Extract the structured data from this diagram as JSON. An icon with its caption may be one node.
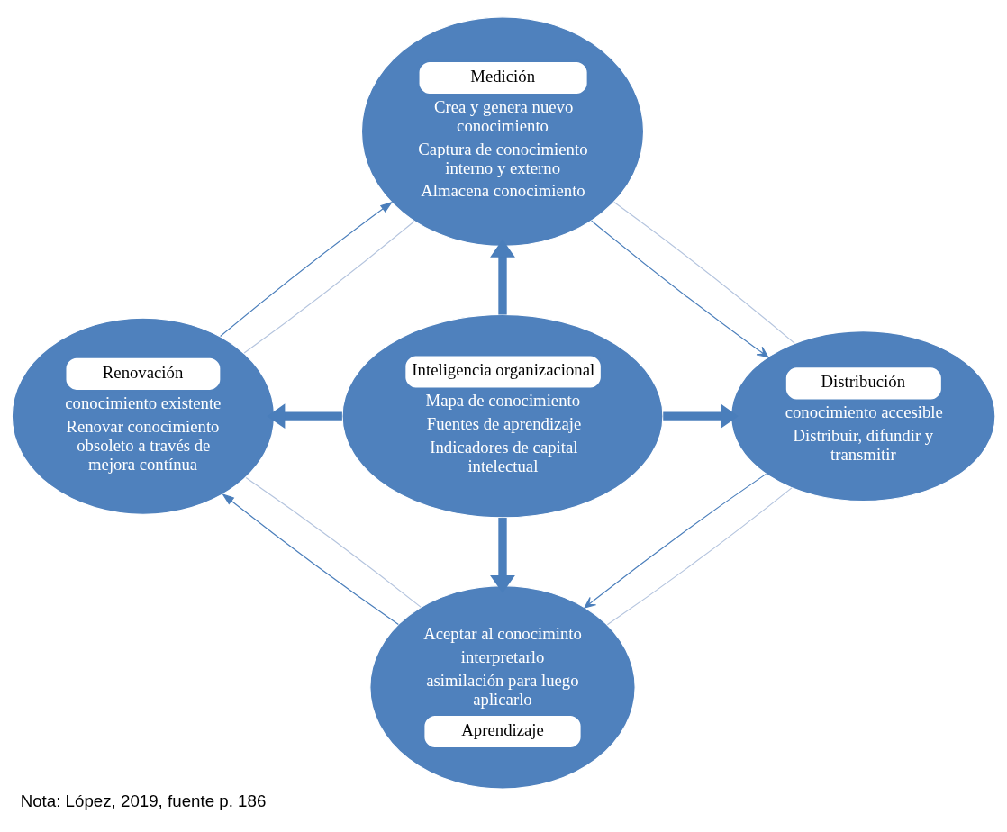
{
  "diagram": {
    "caption": "Nota: López, 2019, fuente p. 186",
    "nodes": [
      {
        "text": [
          "Medición",
          "Crea y genera nuevo conocimiento",
          "Captura de conocimiento interno y externo",
          "Almacena conocimiento"
        ]
      },
      {
        "text": [
          "Distribución",
          "conocimiento accesible",
          "Distribuir, difundir y transmitir"
        ]
      },
      {
        "text": [
          "Aceptar al conociminto",
          "interpretarlo",
          "asimilación para luego aplicarlo",
          "Aprendizaje"
        ]
      },
      {
        "text": [
          "Renovación",
          "conocimiento existente",
          "Renovar conocimiento obsoleto a través de mejora contínua"
        ]
      },
      {
        "text": [
          "Inteligencia organizacional",
          "Mapa de conocimiento",
          "Fuentes de aprendizaje",
          "Indicadores de capital intelectual"
        ]
      }
    ],
    "edges": [
      {
        "from": 3,
        "to": 0,
        "arrow": "to"
      },
      {
        "from": 0,
        "to": 1,
        "arrow": "to"
      },
      {
        "from": 1,
        "to": 2,
        "arrow": "to"
      },
      {
        "from": 2,
        "to": 3,
        "arrow": "to"
      },
      {
        "from": 0,
        "to": 1,
        "arrow": "none",
        "color": "#b4c4de"
      },
      {
        "from": 1,
        "to": 2,
        "arrow": "none",
        "color": "#b4c4de"
      },
      {
        "from": 2,
        "to": 3,
        "arrow": "none",
        "color": "#b4c4de"
      },
      {
        "from": 3,
        "to": 0,
        "arrow": "none",
        "color": "#b4c4de"
      },
      {
        "from": 4,
        "to": 0,
        "arrow": "to",
        "style": "thick"
      },
      {
        "from": 4,
        "to": 1,
        "arrow": "to",
        "style": "thick"
      },
      {
        "from": 4,
        "to": 2,
        "arrow": "to",
        "style": "thick"
      },
      {
        "from": 4,
        "to": 3,
        "arrow": "to",
        "style": "thick"
      }
    ]
  }
}
